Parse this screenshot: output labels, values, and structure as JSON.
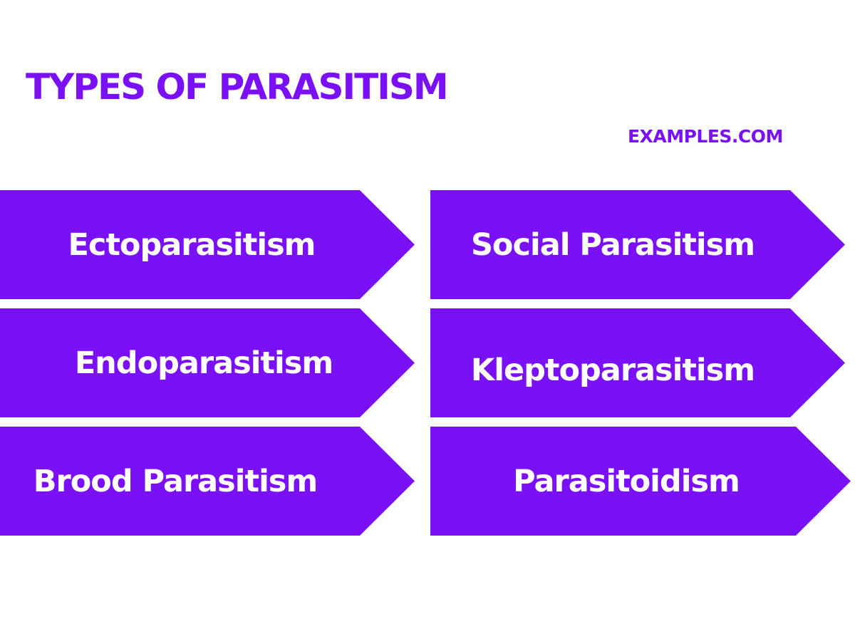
{
  "title": "TYPES OF PARASITISM",
  "brand": "EXAMPLES.COM",
  "colors": {
    "accent": "#7a10f5",
    "text_on_accent": "#ffffff",
    "background": "#ffffff"
  },
  "items": [
    {
      "label": "Ectoparasitism"
    },
    {
      "label": "Endoparasitism"
    },
    {
      "label": "Brood Parasitism"
    },
    {
      "label": "Social Parasitism"
    },
    {
      "label": "Kleptoparasitism"
    },
    {
      "label": "Parasitoidism"
    }
  ]
}
